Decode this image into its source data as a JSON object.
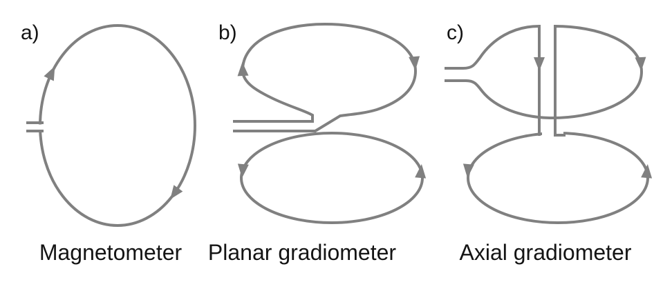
{
  "figure": {
    "type": "coil-configuration-diagram",
    "panels": [
      {
        "letter": "a)",
        "caption": "Magnetometer"
      },
      {
        "letter": "b)",
        "caption": "Planar gradiometer"
      },
      {
        "letter": "c)",
        "caption": "Axial gradiometer"
      }
    ],
    "colors": {
      "coil_stroke": "#808080",
      "label_text": "#141414",
      "background": "#ffffff"
    },
    "icons": {
      "arrow_meaning": "current-direction-arrow"
    }
  }
}
